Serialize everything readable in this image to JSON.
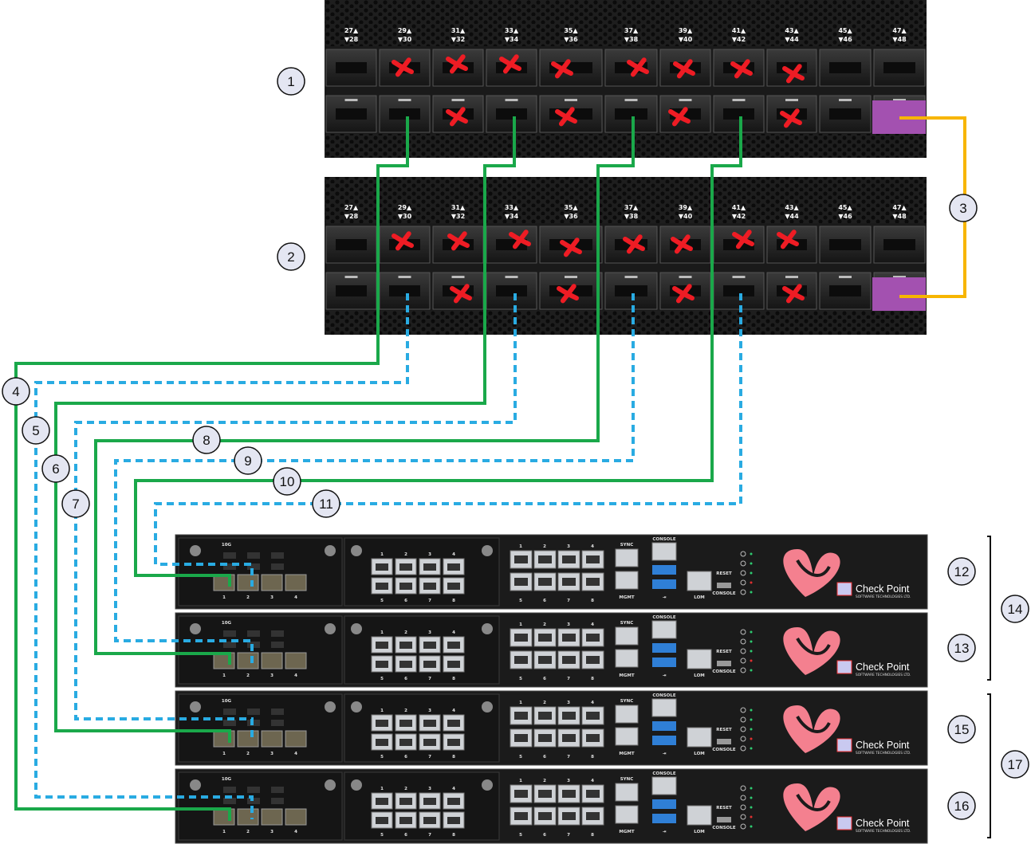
{
  "switches": [
    {
      "callout": "1",
      "port_labels": [
        "27▲\n▼28",
        "29▲\n▼30",
        "31▲\n▼32",
        "33▲\n▼34",
        "35▲\n▼36",
        "37▲\n▼38",
        "39▲\n▼40",
        "41▲\n▼42",
        "43▲\n▼44",
        "45▲\n▼46",
        "47▲\n▼48"
      ]
    },
    {
      "callout": "2",
      "port_labels": [
        "27▲\n▼28",
        "29▲\n▼30",
        "31▲\n▼32",
        "33▲\n▼34",
        "35▲\n▼36",
        "37▲\n▼38",
        "39▲\n▼40",
        "41▲\n▼42",
        "43▲\n▼44",
        "45▲\n▼46",
        "47▲\n▼48"
      ]
    }
  ],
  "callouts": [
    "1",
    "2",
    "3",
    "4",
    "5",
    "6",
    "7",
    "8",
    "9",
    "10",
    "11",
    "12",
    "13",
    "14",
    "15",
    "16",
    "17"
  ],
  "appliance": {
    "brand": "Check Point",
    "brand_sub": "SOFTWARE TECHNOLOGIES LTD.",
    "module_label": "10G",
    "sfp_port_numbers": [
      "1",
      "2",
      "3",
      "4"
    ],
    "copper_port_numbers": [
      "1",
      "2",
      "3",
      "4",
      "5",
      "6",
      "7",
      "8"
    ],
    "labels": {
      "sync": "SYNC",
      "mgmt": "MGMT",
      "console_top": "CONSOLE",
      "lom": "LOM",
      "reset": "RESET",
      "console": "CONSOLE"
    }
  },
  "colors": {
    "green_link": "#1aa84a",
    "blue_link": "#29abe2",
    "stack_link": "#f7b500",
    "stack_port": "#a351b0",
    "disabled_mark": "#ee1c24",
    "chassis": "#1b1b1b",
    "brand_logo": "#f4808f"
  }
}
